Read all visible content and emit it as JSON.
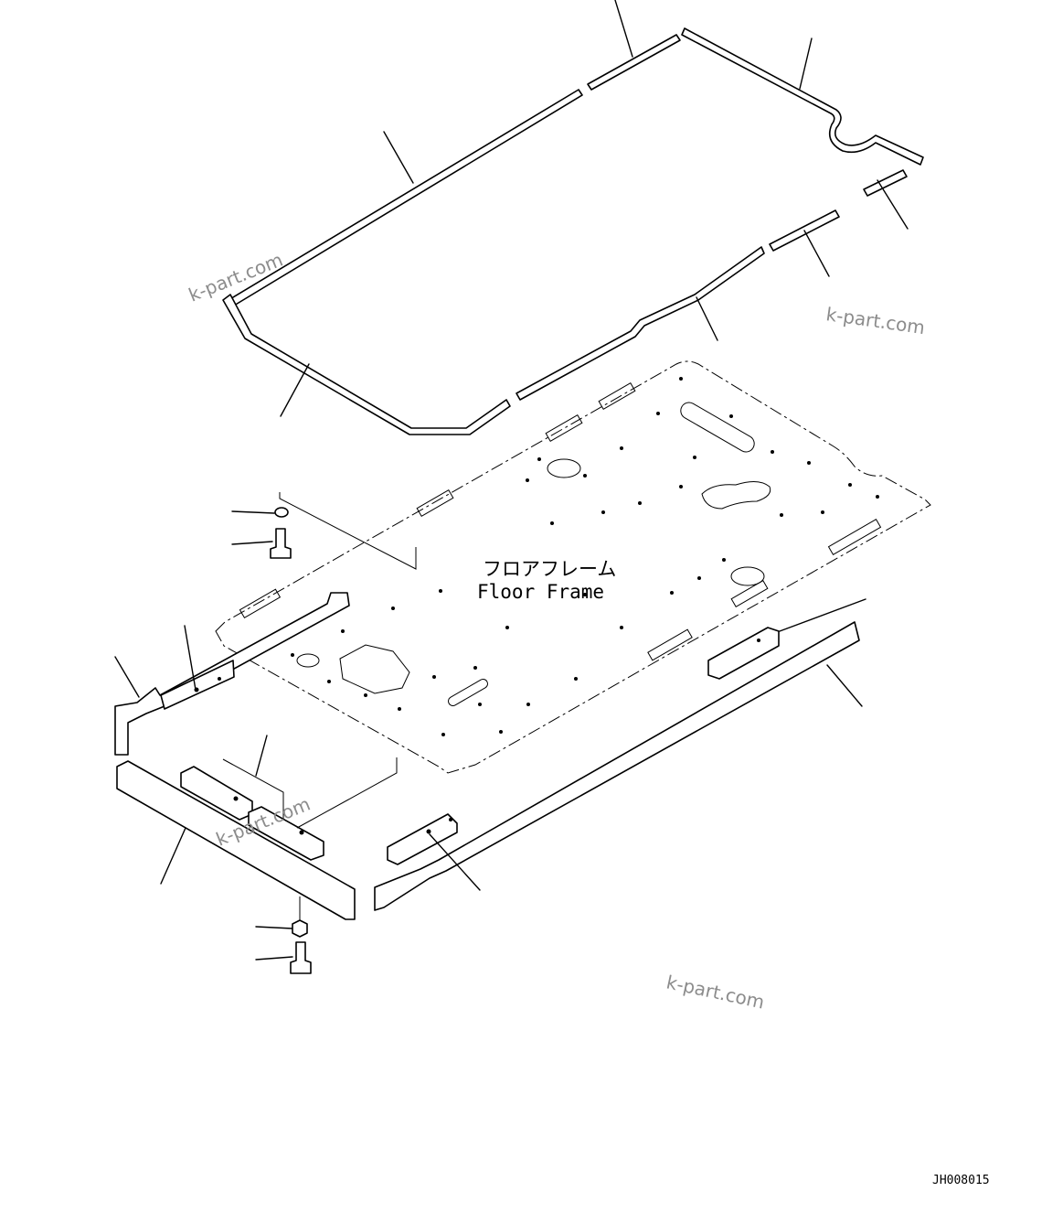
{
  "frame_label_jp": "フロアフレーム",
  "frame_label_en": "Floor Frame",
  "watermark": "k-part.com",
  "drawing_code": "JH008015"
}
